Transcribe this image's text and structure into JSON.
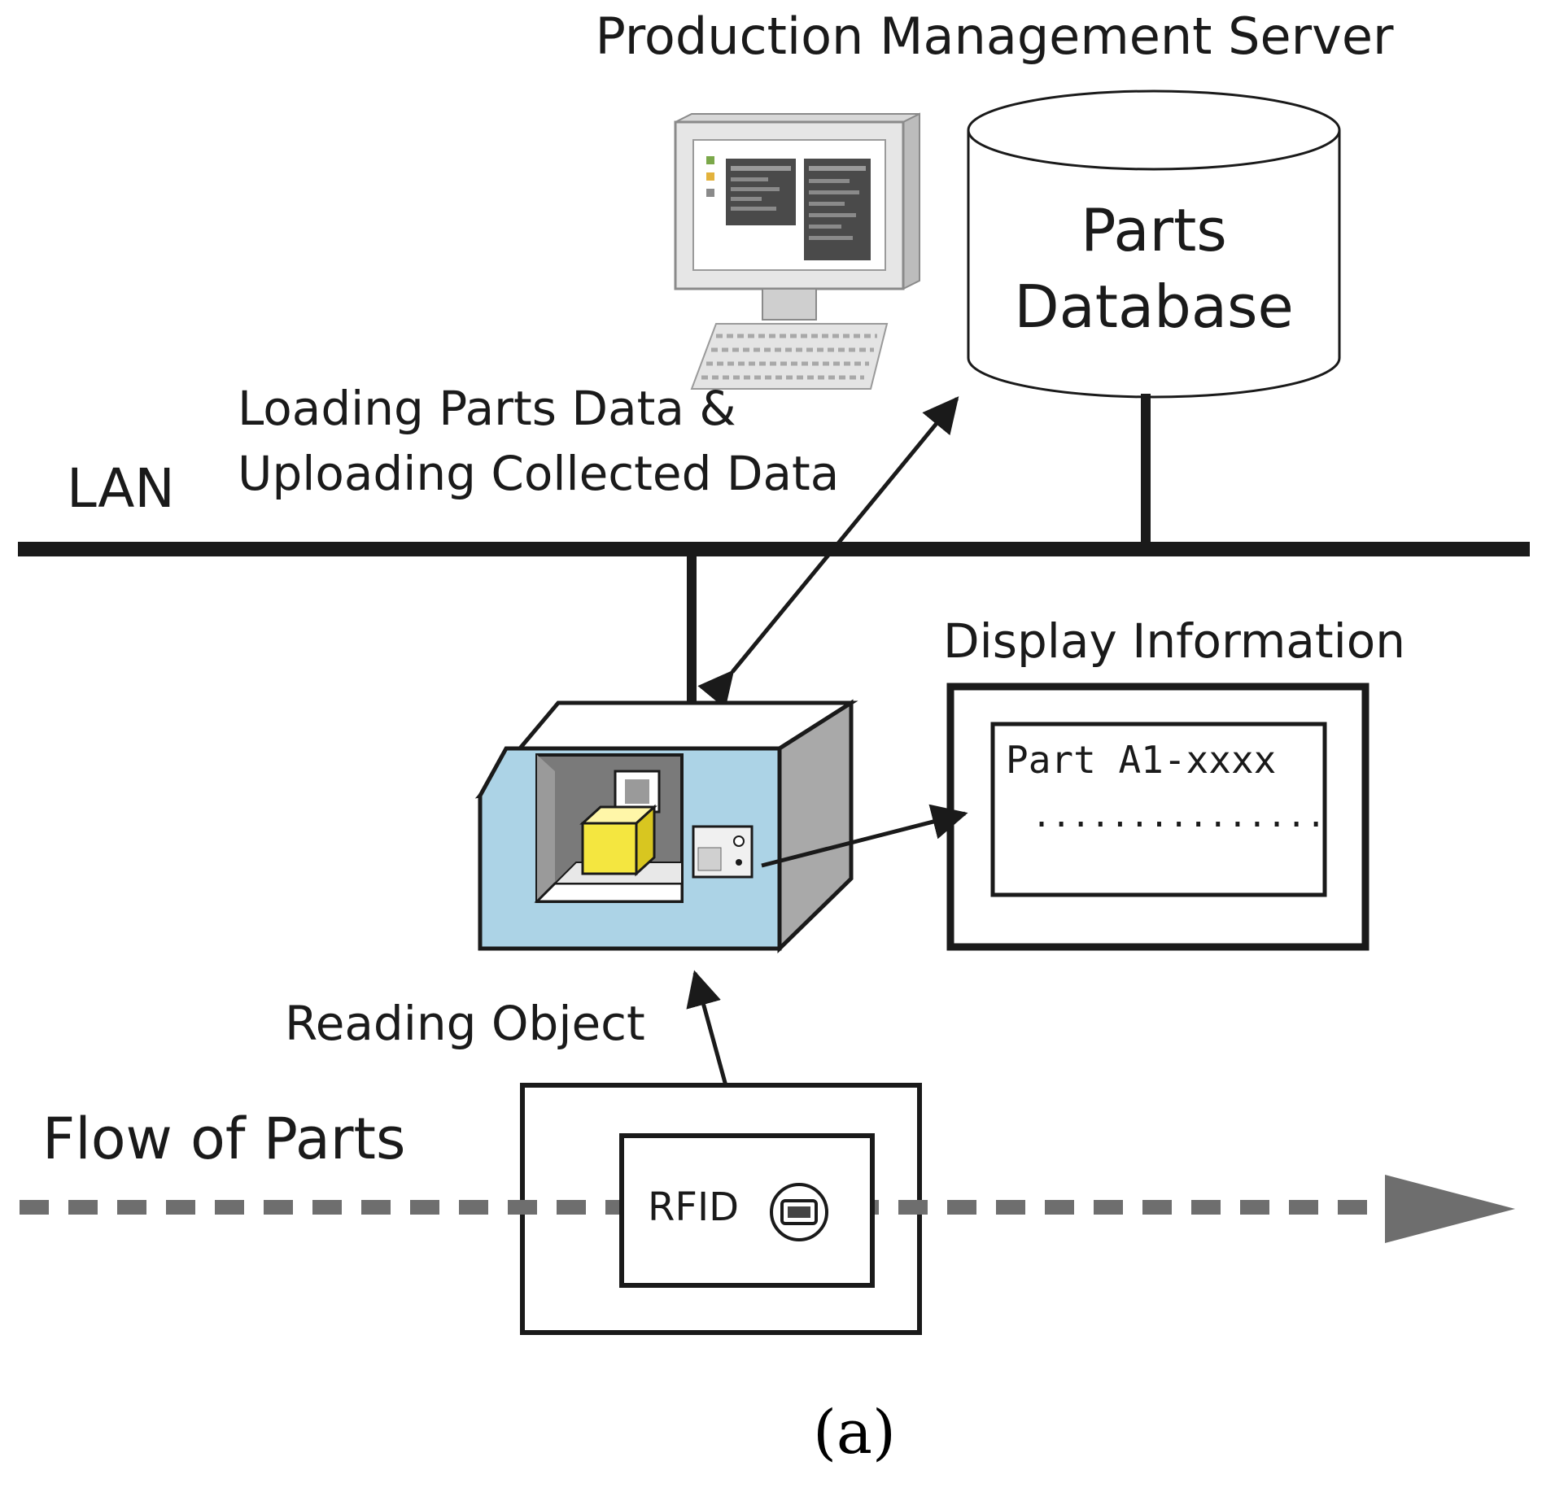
{
  "labels": {
    "server_title": "Production Management Server",
    "database_line1": "Parts",
    "database_line2": "Database",
    "loading_line1": "Loading Parts Data &",
    "loading_line2": "Uploading Collected Data",
    "lan": "LAN",
    "display_information": "Display Information",
    "display_part": "Part A1-xxxx",
    "display_dots": "...............",
    "reading_object": "Reading Object",
    "flow_of_parts": "Flow of Parts",
    "rfid": "RFID",
    "caption": "(a)"
  },
  "icons": {
    "server_database": "cylinder-database-icon",
    "workstation": "desktop-computer-icon",
    "reader_station": "rfid-reader-machine-icon",
    "rfid_tag": "rfid-chip-icon"
  },
  "colors": {
    "line": "#1a1a1a",
    "machine_front": "#acd3e6",
    "machine_side": "#a9a9a9",
    "machine_top": "#ffffff",
    "part_cube": "#f4e640",
    "flow_arrow": "#6e6e6e"
  }
}
